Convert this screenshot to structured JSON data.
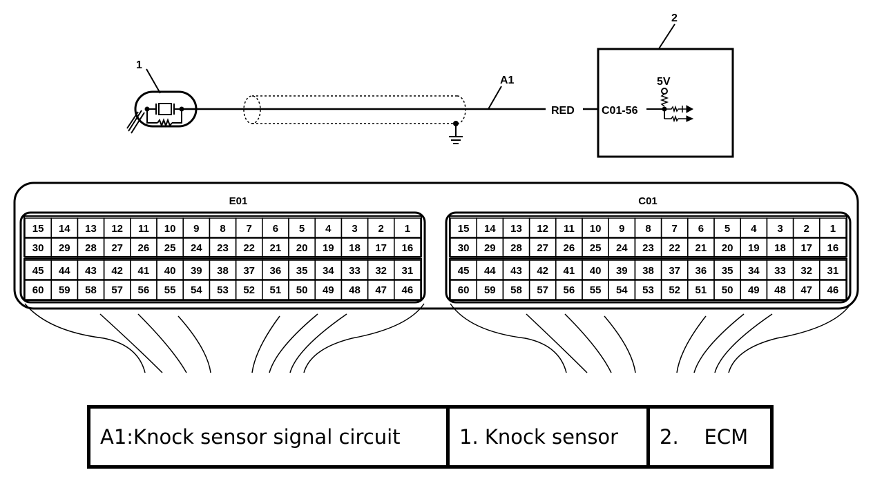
{
  "labels": {
    "sensor_number": "1",
    "ecm_number": "2",
    "circuit": "A1",
    "wire_color": "RED",
    "terminal": "C01-56",
    "voltage": "5V"
  },
  "connectors": [
    {
      "name": "E01",
      "rows": [
        [
          "15",
          "14",
          "13",
          "12",
          "11",
          "10",
          "9",
          "8",
          "7",
          "6",
          "5",
          "4",
          "3",
          "2",
          "1"
        ],
        [
          "30",
          "29",
          "28",
          "27",
          "26",
          "25",
          "24",
          "23",
          "22",
          "21",
          "20",
          "19",
          "18",
          "17",
          "16"
        ],
        [
          "45",
          "44",
          "43",
          "42",
          "41",
          "40",
          "39",
          "38",
          "37",
          "36",
          "35",
          "34",
          "33",
          "32",
          "31"
        ],
        [
          "60",
          "59",
          "58",
          "57",
          "56",
          "55",
          "54",
          "53",
          "52",
          "51",
          "50",
          "49",
          "48",
          "47",
          "46"
        ]
      ]
    },
    {
      "name": "C01",
      "rows": [
        [
          "15",
          "14",
          "13",
          "12",
          "11",
          "10",
          "9",
          "8",
          "7",
          "6",
          "5",
          "4",
          "3",
          "2",
          "1"
        ],
        [
          "30",
          "29",
          "28",
          "27",
          "26",
          "25",
          "24",
          "23",
          "22",
          "21",
          "20",
          "19",
          "18",
          "17",
          "16"
        ],
        [
          "45",
          "44",
          "43",
          "42",
          "41",
          "40",
          "39",
          "38",
          "37",
          "36",
          "35",
          "34",
          "33",
          "32",
          "31"
        ],
        [
          "60",
          "59",
          "58",
          "57",
          "56",
          "55",
          "54",
          "53",
          "52",
          "51",
          "50",
          "49",
          "48",
          "47",
          "46"
        ]
      ]
    }
  ],
  "legend": {
    "a1": "A1:Knock sensor signal circuit",
    "item1": "1. Knock sensor",
    "item2": "2.    ECM"
  }
}
